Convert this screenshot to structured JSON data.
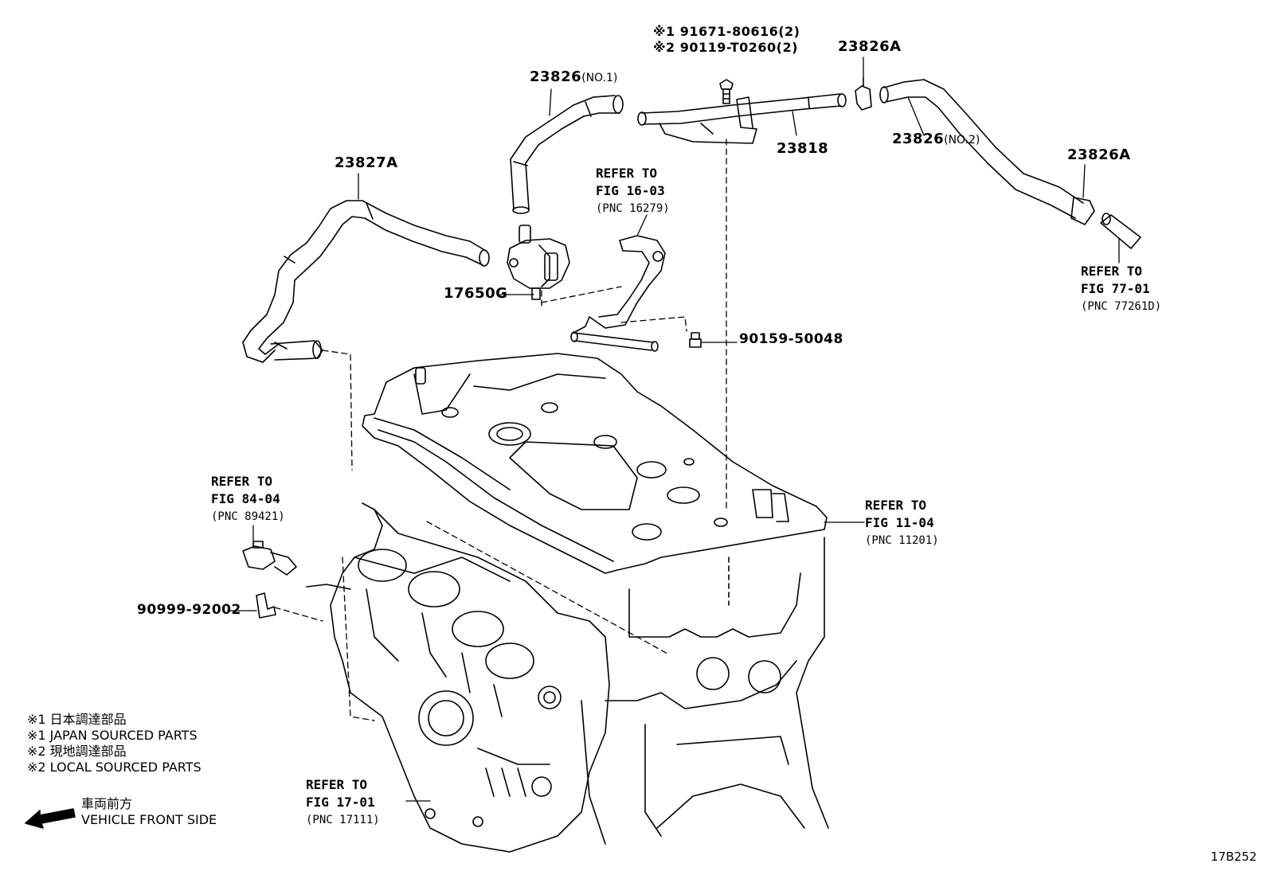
{
  "parts": {
    "p23826_no1": {
      "num": "23826",
      "sub": "(NO.1)"
    },
    "p23827a": "23827A",
    "p17650g": "17650G",
    "p23818": "23818",
    "p23826a_top": "23826A",
    "p23826_no2": {
      "num": "23826",
      "sub": "(NO.2)"
    },
    "p23826a_right": "23826A",
    "p90159": "90159-50048",
    "p90999": "90999-92002",
    "bolt_note_1": "※1 91671-80616(2)",
    "bolt_note_2": "※2 90119-T0260(2)"
  },
  "refers": {
    "fig16": {
      "l1": "REFER TO",
      "l2": "FIG 16-03",
      "l3": "(PNC 16279)"
    },
    "fig77": {
      "l1": "REFER TO",
      "l2": "FIG 77-01",
      "l3": "(PNC 77261D)"
    },
    "fig84": {
      "l1": "REFER TO",
      "l2": "FIG 84-04",
      "l3": "(PNC 89421)"
    },
    "fig11": {
      "l1": "REFER TO",
      "l2": "FIG 11-04",
      "l3": "(PNC 11201)"
    },
    "fig17": {
      "l1": "REFER TO",
      "l2": "FIG 17-01",
      "l3": "(PNC 17111)"
    }
  },
  "legend": {
    "line1": "※1  日本調達部品",
    "line2": "※1  JAPAN SOURCED PARTS",
    "line3": "※2  現地調達部品",
    "line4": "※2  LOCAL SOURCED PARTS"
  },
  "direction": {
    "jp": "車両前方",
    "en": "VEHICLE FRONT SIDE"
  },
  "figure_code": "17B252",
  "line_color": "#000000"
}
